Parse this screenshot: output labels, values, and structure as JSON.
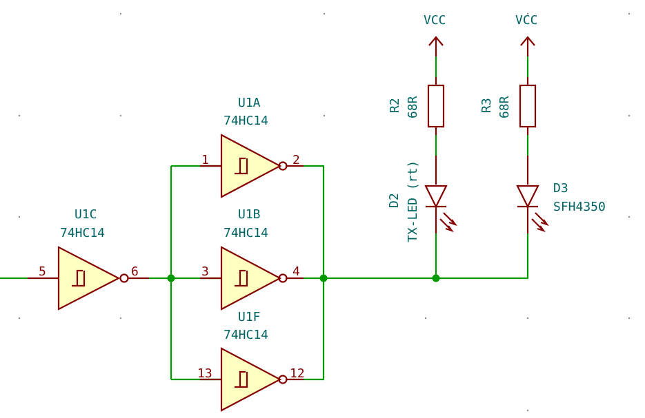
{
  "gates": [
    {
      "ref": "U1A",
      "value": "74HC14",
      "pin_in": "1",
      "pin_out": "2"
    },
    {
      "ref": "U1B",
      "value": "74HC14",
      "pin_in": "3",
      "pin_out": "4"
    },
    {
      "ref": "U1F",
      "value": "74HC14",
      "pin_in": "13",
      "pin_out": "12"
    },
    {
      "ref": "U1C",
      "value": "74HC14",
      "pin_in": "5",
      "pin_out": "6"
    }
  ],
  "resistors": [
    {
      "ref": "R2",
      "value": "68R"
    },
    {
      "ref": "R3",
      "value": "68R"
    }
  ],
  "leds": [
    {
      "ref": "D2",
      "value": "TX-LED (rt)"
    },
    {
      "ref": "D3",
      "value": "SFH4350"
    }
  ],
  "power": [
    {
      "label": "VCC"
    },
    {
      "label": "VCC"
    }
  ]
}
